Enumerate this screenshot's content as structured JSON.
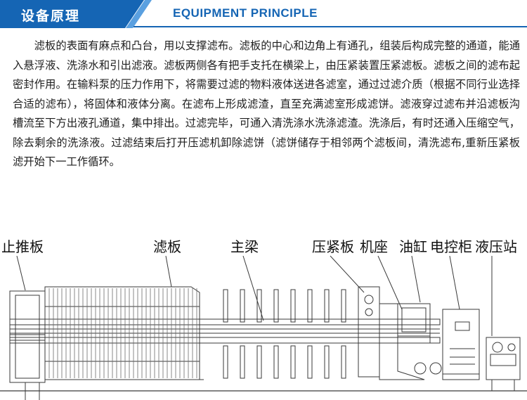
{
  "header": {
    "title_cn": "设备原理",
    "title_en": "EQUIPMENT PRINCIPLE"
  },
  "paragraph": "滤板的表面有麻点和凸台，用以支撑滤布。滤板的中心和边角上有通孔，组装后构成完整的通道，能通入悬浮液、洗涤水和引出滤液。滤板两侧各有把手支托在横梁上，由压紧装置压紧滤板。滤板之间的滤布起密封作用。在输料泵的压力作用下，将需要过滤的物料液体送进各滤室，通过过滤介质（根据不同行业选择合适的滤布），将固体和液体分离。在滤布上形成滤渣，直至充满滤室形成滤饼。滤液穿过滤布并沿滤板沟槽流至下方出液孔通道，集中排出。过滤完毕，可通入清洗涤水洗涤滤渣。洗涤后，有时还通入压缩空气，除去剩余的洗涤液。过滤结束后打开压滤机卸除滤饼（滤饼储存于相邻两个滤板间，清洗滤布,重新压紧板滤开始下一工作循环。",
  "diagram": {
    "labels": {
      "thrust_plate": "止推板",
      "filter_plate": "滤板",
      "main_beam": "主梁",
      "pressing_plate": "压紧板",
      "frame": "机座",
      "cylinder": "油缸",
      "control_cabinet": "电控柜",
      "hydraulic_station": "液压站"
    }
  },
  "colors": {
    "header_blue": "#1565b4",
    "header_dark": "#0d4f95",
    "line": "#3a3a3a"
  }
}
